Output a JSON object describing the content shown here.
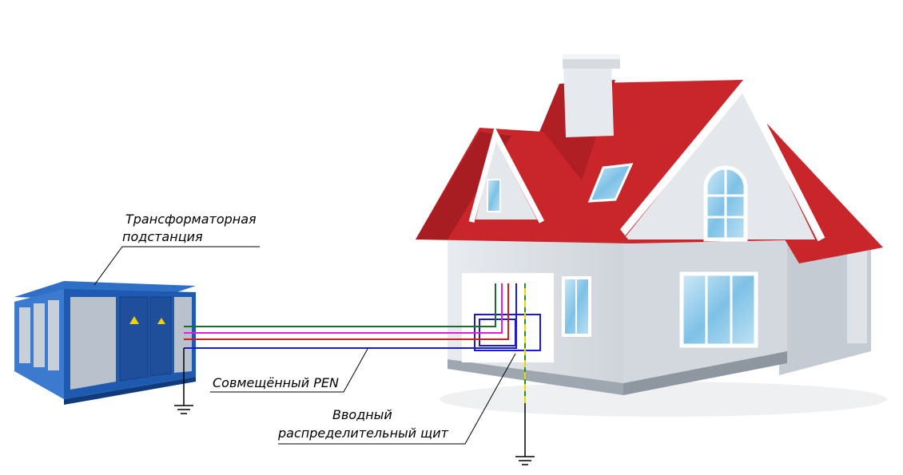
{
  "labels": {
    "substation_line1": "Трансформаторная",
    "substation_line2": "подстанция",
    "pen": "Совмещённый PEN",
    "panel_line1": "Вводный",
    "panel_line2": "распределительный щит"
  },
  "colors": {
    "roof": "#c8262b",
    "roof_dark": "#9e1c20",
    "wall": "#dfe3e8",
    "wall_shade": "#c9ced6",
    "substation_body": "#1e5bb0",
    "substation_panel": "#b9c2cc",
    "wire_green": "#1f6b2e",
    "wire_magenta": "#e020d8",
    "wire_red": "#e01818",
    "wire_blue": "#1a1ad8",
    "wire_yellow": "#e6d800",
    "ground": "#000000"
  }
}
